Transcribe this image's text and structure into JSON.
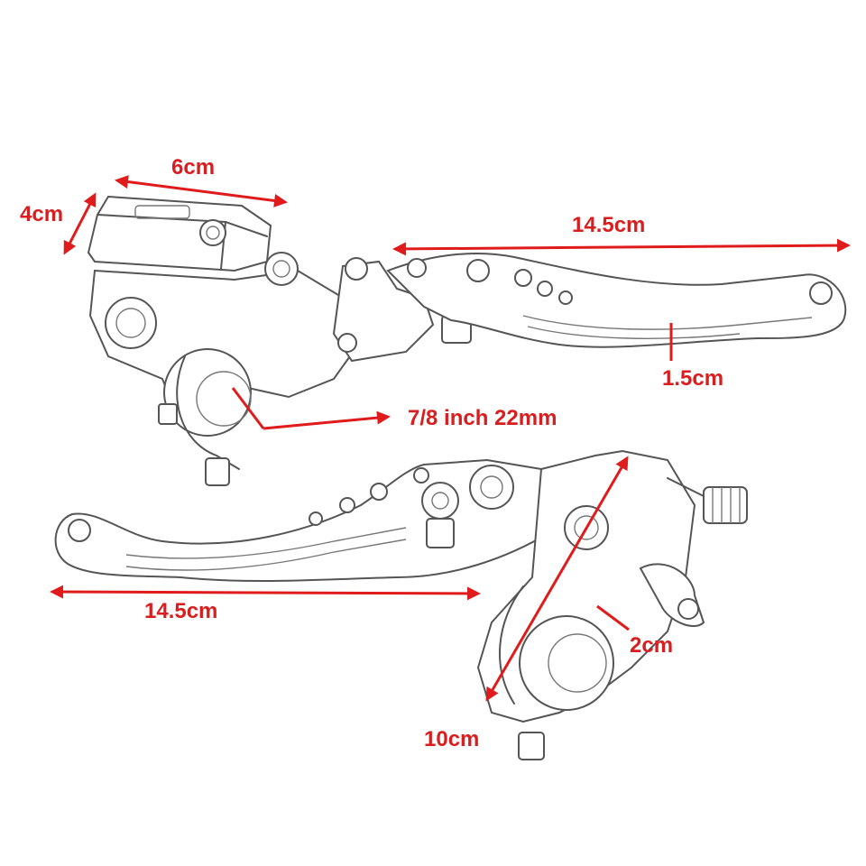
{
  "colors": {
    "dimension": "#e01b1b",
    "sketch": "#555555",
    "background": "#ffffff"
  },
  "labels": {
    "reservoir_width": "6cm",
    "reservoir_height": "4cm",
    "brake_lever_length": "14.5cm",
    "lever_width": "1.5cm",
    "bar_diameter": "7/8 inch 22mm",
    "clutch_lever_length": "14.5cm",
    "clamp_width": "2cm",
    "clutch_body_length": "10cm"
  },
  "illustrations": [
    "brake-master-cylinder-lever",
    "clutch-lever-assembly"
  ]
}
